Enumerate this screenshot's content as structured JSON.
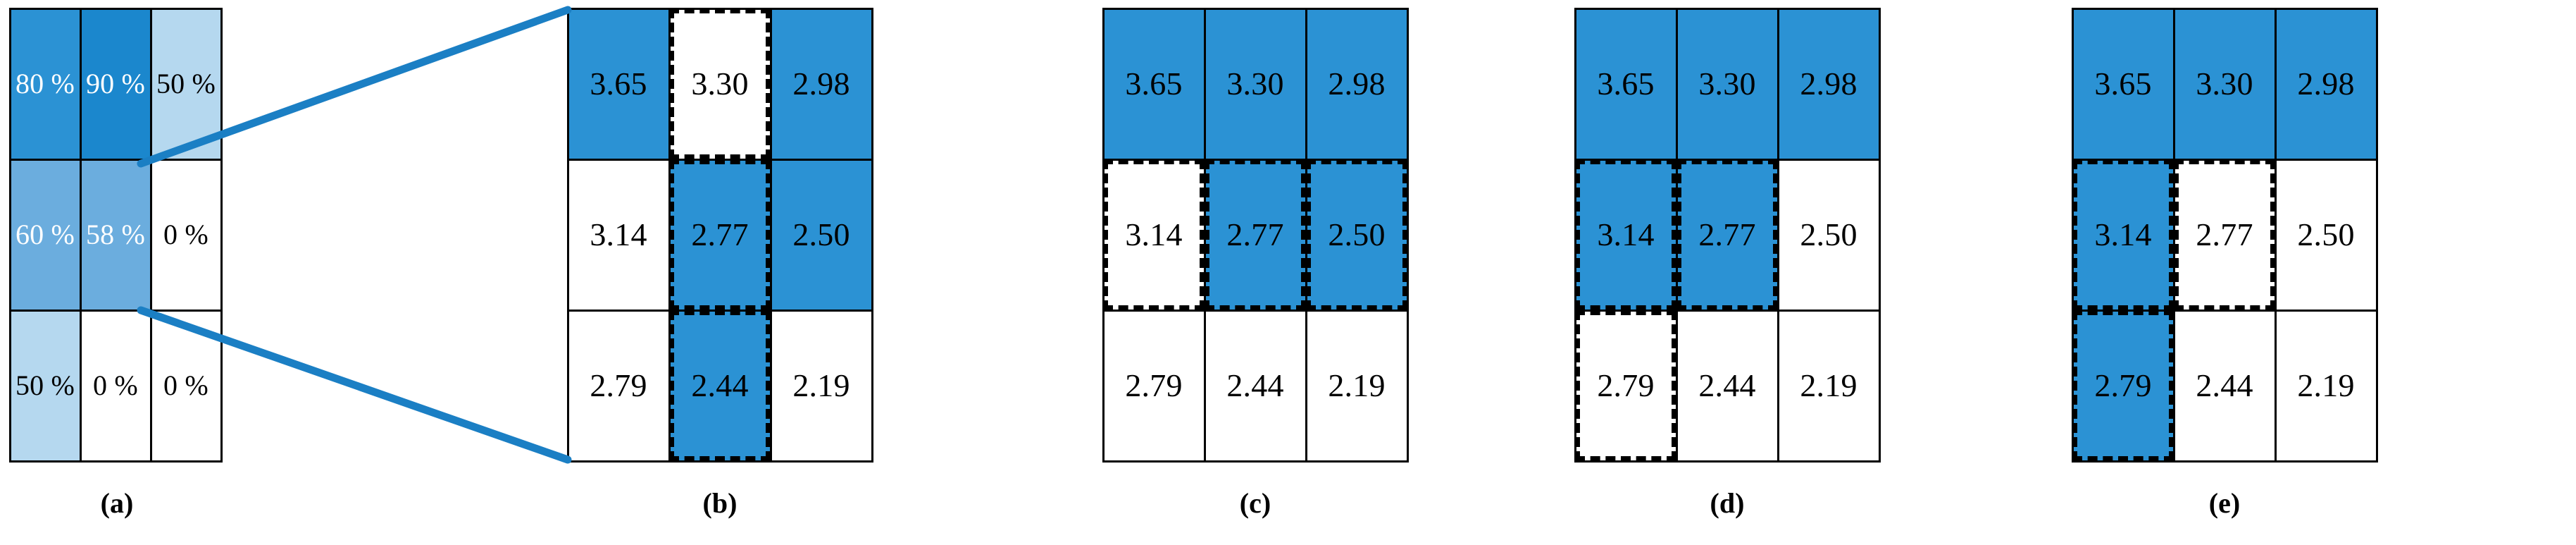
{
  "figure": {
    "kind": "grid-matrix-illustration",
    "panel_labels": [
      "(a)",
      "(b)",
      "(c)",
      "(d)",
      "(e)"
    ],
    "colors": {
      "fill_strong": "#1b87cd",
      "fill_primary": "#2b92d4",
      "fill_mid": "#6badde",
      "fill_light": "#b5d8ef",
      "empty": "#ffffff",
      "stroke": "#000000",
      "connector": "#1b7fc4"
    }
  },
  "chart_data": {
    "type": "heatmap",
    "title": "",
    "xlabel": "",
    "ylabel": "",
    "panels": [
      {
        "label": "(a)",
        "kind": "percentage-heatmap",
        "rows": 3,
        "cols": 3,
        "values": [
          [
            "80 %",
            "90 %",
            "50 %"
          ],
          [
            "60 %",
            "58 %",
            "0 %"
          ],
          [
            "50 %",
            "0 %",
            "0 %"
          ]
        ],
        "numeric": [
          [
            80,
            90,
            50
          ],
          [
            60,
            58,
            0
          ],
          [
            50,
            0,
            0
          ]
        ],
        "cell_fill": [
          [
            "fill_primary",
            "fill_strong",
            "fill_light"
          ],
          [
            "fill_mid",
            "fill_mid",
            "empty"
          ],
          [
            "fill_light",
            "empty",
            "empty"
          ]
        ],
        "text_color": [
          [
            "#ffffff",
            "#ffffff",
            "#000000"
          ],
          [
            "#ffffff",
            "#ffffff",
            "#000000"
          ],
          [
            "#000000",
            "#000000",
            "#000000"
          ]
        ],
        "dashed_cells": []
      },
      {
        "label": "(b)",
        "kind": "value-grid",
        "rows": 3,
        "cols": 3,
        "values": [
          [
            "3.65",
            "3.30",
            "2.98"
          ],
          [
            "3.14",
            "2.77",
            "2.50"
          ],
          [
            "2.79",
            "2.44",
            "2.19"
          ]
        ],
        "numeric": [
          [
            3.65,
            3.3,
            2.98
          ],
          [
            3.14,
            2.77,
            2.5
          ],
          [
            2.79,
            2.44,
            2.19
          ]
        ],
        "filled": [
          [
            true,
            false,
            true
          ],
          [
            false,
            true,
            true
          ],
          [
            false,
            true,
            false
          ]
        ],
        "dashed_cells": [
          [
            0,
            1
          ],
          [
            1,
            1
          ],
          [
            2,
            1
          ]
        ]
      },
      {
        "label": "(c)",
        "kind": "value-grid",
        "rows": 3,
        "cols": 3,
        "values": [
          [
            "3.65",
            "3.30",
            "2.98"
          ],
          [
            "3.14",
            "2.77",
            "2.50"
          ],
          [
            "2.79",
            "2.44",
            "2.19"
          ]
        ],
        "numeric": [
          [
            3.65,
            3.3,
            2.98
          ],
          [
            3.14,
            2.77,
            2.5
          ],
          [
            2.79,
            2.44,
            2.19
          ]
        ],
        "filled": [
          [
            true,
            true,
            true
          ],
          [
            false,
            true,
            true
          ],
          [
            false,
            false,
            false
          ]
        ],
        "dashed_cells": [
          [
            1,
            0
          ],
          [
            1,
            1
          ],
          [
            1,
            2
          ]
        ]
      },
      {
        "label": "(d)",
        "kind": "value-grid",
        "rows": 3,
        "cols": 3,
        "values": [
          [
            "3.65",
            "3.30",
            "2.98"
          ],
          [
            "3.14",
            "2.77",
            "2.50"
          ],
          [
            "2.79",
            "2.44",
            "2.19"
          ]
        ],
        "numeric": [
          [
            3.65,
            3.3,
            2.98
          ],
          [
            3.14,
            2.77,
            2.5
          ],
          [
            2.79,
            2.44,
            2.19
          ]
        ],
        "filled": [
          [
            true,
            true,
            true
          ],
          [
            true,
            true,
            false
          ],
          [
            false,
            false,
            false
          ]
        ],
        "dashed_cells": [
          [
            1,
            0
          ],
          [
            1,
            1
          ],
          [
            2,
            0
          ]
        ]
      },
      {
        "label": "(e)",
        "kind": "value-grid",
        "rows": 3,
        "cols": 3,
        "values": [
          [
            "3.65",
            "3.30",
            "2.98"
          ],
          [
            "3.14",
            "2.77",
            "2.50"
          ],
          [
            "2.79",
            "2.44",
            "2.19"
          ]
        ],
        "numeric": [
          [
            3.65,
            3.3,
            2.98
          ],
          [
            3.14,
            2.77,
            2.5
          ],
          [
            2.79,
            2.44,
            2.19
          ]
        ],
        "filled": [
          [
            true,
            true,
            true
          ],
          [
            true,
            false,
            false
          ],
          [
            true,
            false,
            false
          ]
        ],
        "dashed_cells": [
          [
            1,
            0
          ],
          [
            1,
            1
          ],
          [
            2,
            0
          ]
        ]
      }
    ],
    "connectors": [
      {
        "from_panel": "(a)",
        "from_cell": [
          1,
          1
        ],
        "to_panel": "(b)",
        "to_corner": "top-left"
      },
      {
        "from_panel": "(a)",
        "from_cell": [
          2,
          1
        ],
        "to_panel": "(b)",
        "to_corner": "bottom-left"
      }
    ]
  }
}
